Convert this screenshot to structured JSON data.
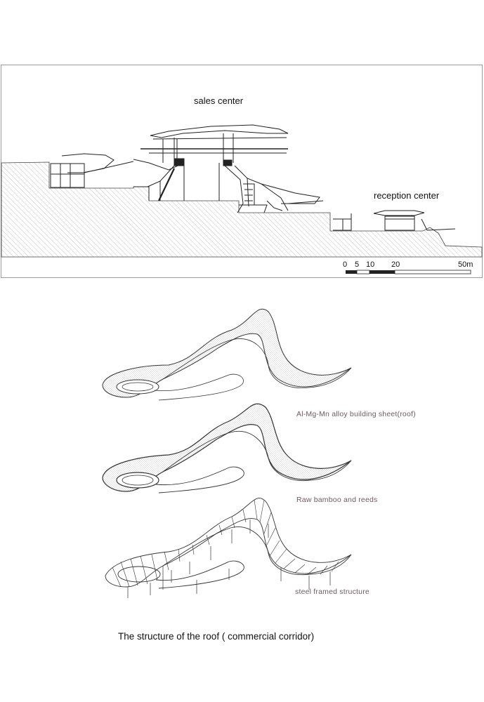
{
  "section": {
    "labels": {
      "sales_center": "sales center",
      "reception_center": "reception center"
    },
    "scale_bar": {
      "ticks": [
        "0",
        "5",
        "10",
        "20",
        "50m"
      ]
    }
  },
  "roof_layers": [
    {
      "label": "Al-Mg-Mn alloy building sheet(roof)"
    },
    {
      "label": "Raw bamboo and reeds"
    },
    {
      "label": "steel framed structure"
    }
  ],
  "caption": "The structure of the roof ( commercial corridor)",
  "colors": {
    "line": "#222222",
    "hatch": "#9a9a9a",
    "layer_label": "#6e5a63"
  }
}
